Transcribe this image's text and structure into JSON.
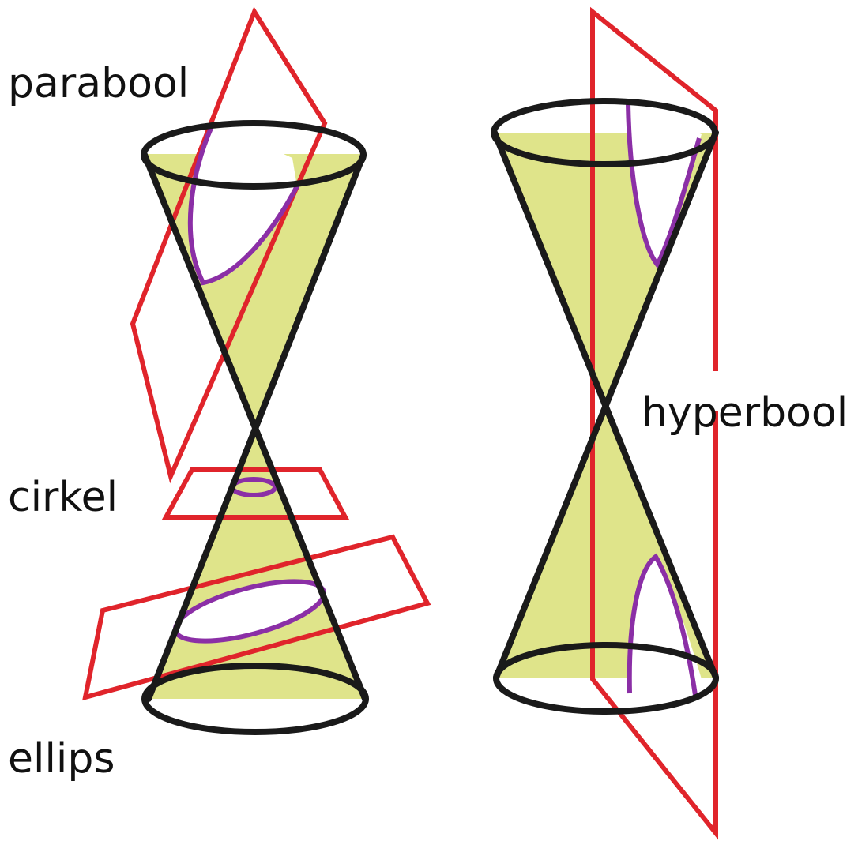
{
  "labels": {
    "parabool": "parabool",
    "cirkel": "cirkel",
    "ellips": "ellips",
    "hyperbool": "hyperbool"
  },
  "colors": {
    "cone_fill": "#dfe48a",
    "cone_outline": "#1a1a1a",
    "cutting_plane": "#e0242b",
    "section_curve": "#8b2fa6",
    "background": "#ffffff"
  }
}
